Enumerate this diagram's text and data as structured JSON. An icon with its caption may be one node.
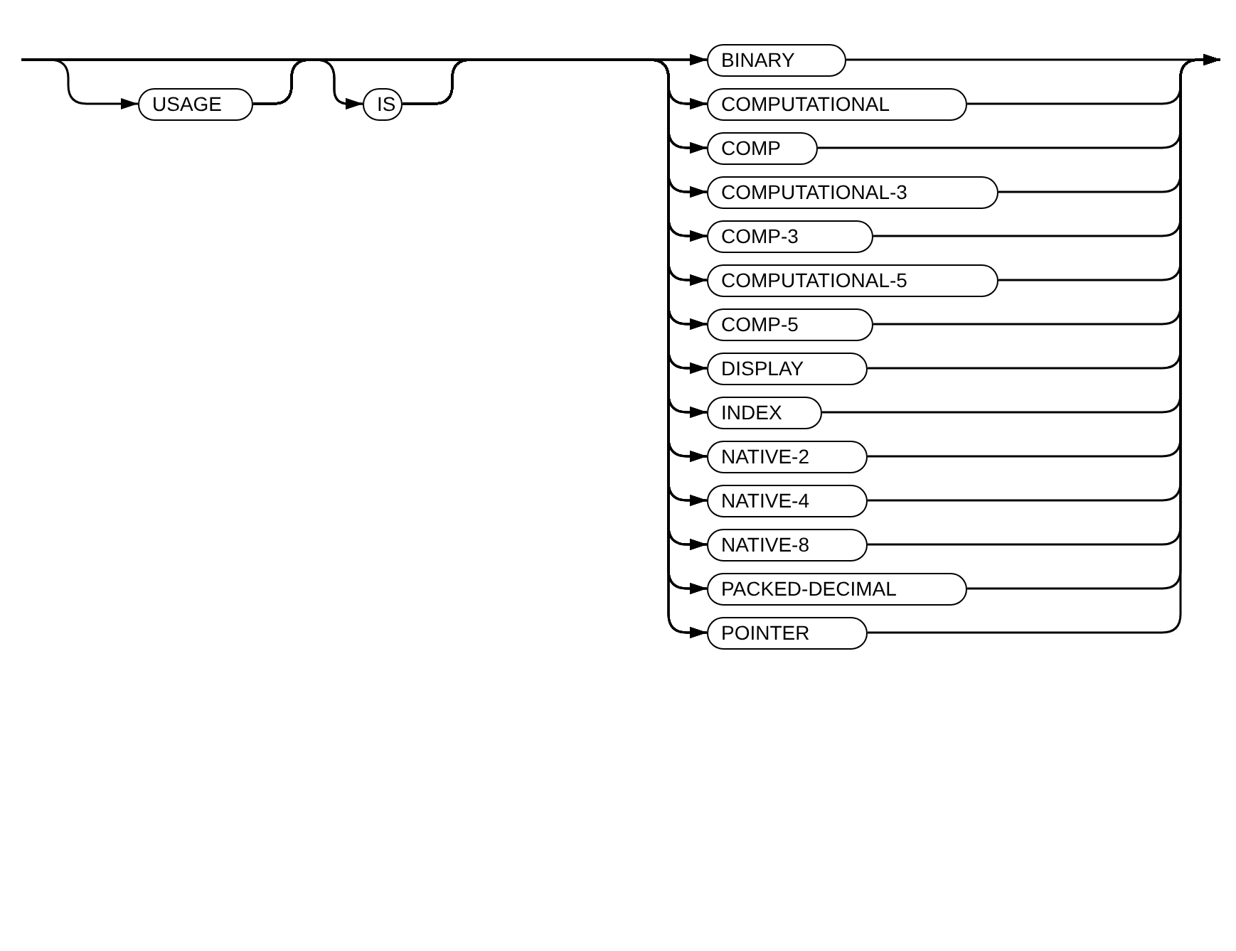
{
  "diagram": {
    "nodes": [
      {
        "text": [
          "USAGE"
        ]
      },
      {
        "text": [
          "IS"
        ]
      },
      {
        "text": [
          "BINARY"
        ]
      },
      {
        "text": [
          "COMPUTATIONAL"
        ]
      },
      {
        "text": [
          "COMP"
        ]
      },
      {
        "text": [
          "COMPUTATIONAL-3"
        ]
      },
      {
        "text": [
          "COMP-3"
        ]
      },
      {
        "text": [
          "COMPUTATIONAL-5"
        ]
      },
      {
        "text": [
          "COMP-5"
        ]
      },
      {
        "text": [
          "DISPLAY"
        ]
      },
      {
        "text": [
          "INDEX"
        ]
      },
      {
        "text": [
          "NATIVE-2"
        ]
      },
      {
        "text": [
          "NATIVE-4"
        ]
      },
      {
        "text": [
          "NATIVE-8"
        ]
      },
      {
        "text": [
          "PACKED-DECIMAL"
        ]
      },
      {
        "text": [
          "POINTER"
        ]
      }
    ],
    "edges": [
      {
        "from": null,
        "to": 0,
        "arrow": "to"
      },
      {
        "from": 0,
        "to": 1,
        "arrow": "to"
      },
      {
        "from": null,
        "to": 1,
        "arrow": "to"
      },
      {
        "from": null,
        "to": 2,
        "arrow": "to"
      },
      {
        "from": null,
        "to": 3,
        "arrow": "to"
      },
      {
        "from": null,
        "to": 4,
        "arrow": "to"
      },
      {
        "from": null,
        "to": 5,
        "arrow": "to"
      },
      {
        "from": null,
        "to": 6,
        "arrow": "to"
      },
      {
        "from": null,
        "to": 7,
        "arrow": "to"
      },
      {
        "from": null,
        "to": 8,
        "arrow": "to"
      },
      {
        "from": null,
        "to": 9,
        "arrow": "to"
      },
      {
        "from": null,
        "to": 10,
        "arrow": "to"
      },
      {
        "from": null,
        "to": 11,
        "arrow": "to"
      },
      {
        "from": null,
        "to": 12,
        "arrow": "to"
      },
      {
        "from": null,
        "to": 13,
        "arrow": "to"
      },
      {
        "from": null,
        "to": 14,
        "arrow": "to"
      },
      {
        "from": null,
        "to": 15,
        "arrow": "to"
      },
      {
        "from": 0,
        "to": 2,
        "arrow": "to"
      },
      {
        "from": 0,
        "to": 3,
        "arrow": "to"
      },
      {
        "from": 0,
        "to": 4,
        "arrow": "to"
      },
      {
        "from": 0,
        "to": 5,
        "arrow": "to"
      },
      {
        "from": 0,
        "to": 6,
        "arrow": "to"
      },
      {
        "from": 0,
        "to": 7,
        "arrow": "to"
      },
      {
        "from": 0,
        "to": 8,
        "arrow": "to"
      },
      {
        "from": 0,
        "to": 9,
        "arrow": "to"
      },
      {
        "from": 0,
        "to": 10,
        "arrow": "to"
      },
      {
        "from": 0,
        "to": 11,
        "arrow": "to"
      },
      {
        "from": 0,
        "to": 12,
        "arrow": "to"
      },
      {
        "from": 0,
        "to": 13,
        "arrow": "to"
      },
      {
        "from": 0,
        "to": 14,
        "arrow": "to"
      },
      {
        "from": 0,
        "to": 15,
        "arrow": "to"
      },
      {
        "from": 1,
        "to": 2,
        "arrow": "to"
      },
      {
        "from": 1,
        "to": 3,
        "arrow": "to"
      },
      {
        "from": 1,
        "to": 4,
        "arrow": "to"
      },
      {
        "from": 1,
        "to": 5,
        "arrow": "to"
      },
      {
        "from": 1,
        "to": 6,
        "arrow": "to"
      },
      {
        "from": 1,
        "to": 7,
        "arrow": "to"
      },
      {
        "from": 1,
        "to": 8,
        "arrow": "to"
      },
      {
        "from": 1,
        "to": 9,
        "arrow": "to"
      },
      {
        "from": 1,
        "to": 10,
        "arrow": "to"
      },
      {
        "from": 1,
        "to": 11,
        "arrow": "to"
      },
      {
        "from": 1,
        "to": 12,
        "arrow": "to"
      },
      {
        "from": 1,
        "to": 13,
        "arrow": "to"
      },
      {
        "from": 1,
        "to": 14,
        "arrow": "to"
      },
      {
        "from": 1,
        "to": 15,
        "arrow": "to"
      },
      {
        "from": 2,
        "to": null,
        "arrow": "to"
      },
      {
        "from": 3,
        "to": null,
        "arrow": "to"
      },
      {
        "from": 4,
        "to": null,
        "arrow": "to"
      },
      {
        "from": 5,
        "to": null,
        "arrow": "to"
      },
      {
        "from": 6,
        "to": null,
        "arrow": "to"
      },
      {
        "from": 7,
        "to": null,
        "arrow": "to"
      },
      {
        "from": 8,
        "to": null,
        "arrow": "to"
      },
      {
        "from": 9,
        "to": null,
        "arrow": "to"
      },
      {
        "from": 10,
        "to": null,
        "arrow": "to"
      },
      {
        "from": 11,
        "to": null,
        "arrow": "to"
      },
      {
        "from": 12,
        "to": null,
        "arrow": "to"
      },
      {
        "from": 13,
        "to": null,
        "arrow": "to"
      },
      {
        "from": 14,
        "to": null,
        "arrow": "to"
      },
      {
        "from": 15,
        "to": null,
        "arrow": "to"
      }
    ]
  }
}
